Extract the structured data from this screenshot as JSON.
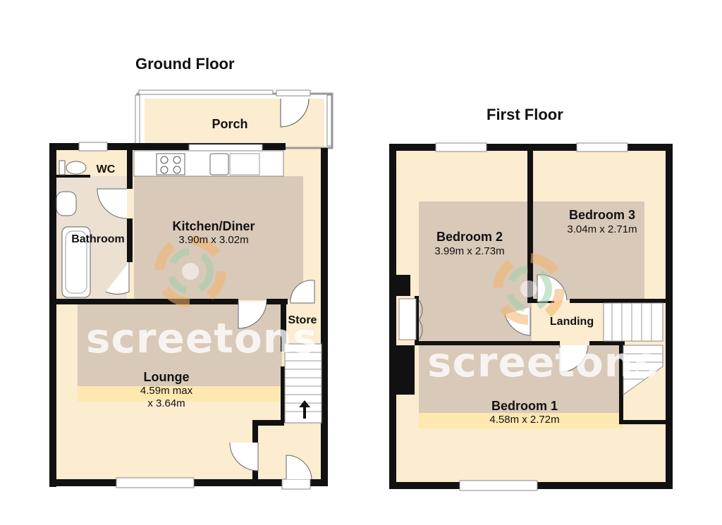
{
  "floors": {
    "ground": {
      "title": "Ground Floor",
      "rooms": {
        "porch": {
          "name": "Porch"
        },
        "wc": {
          "name": "WC"
        },
        "bathroom": {
          "name": "Bathroom"
        },
        "kitchen": {
          "name": "Kitchen/Diner",
          "dims": "3.90m x 3.02m"
        },
        "store": {
          "name": "Store"
        },
        "lounge": {
          "name": "Lounge",
          "dims_line1": "4.59m max",
          "dims_line2": "x 3.64m"
        }
      }
    },
    "first": {
      "title": "First Floor",
      "rooms": {
        "bedroom2": {
          "name": "Bedroom 2",
          "dims": "3.99m x 2.73m"
        },
        "bedroom3": {
          "name": "Bedroom 3",
          "dims": "3.04m x 2.71m"
        },
        "landing": {
          "name": "Landing"
        },
        "bedroom1": {
          "name": "Bedroom 1",
          "dims": "4.58m x 2.72m"
        }
      }
    }
  },
  "watermark": {
    "text": "screetons"
  },
  "colors": {
    "wall": "#111111",
    "floor_fill": "#fcecd0",
    "room_overlay": "#d9c9b9",
    "highlight": "#fde8b0"
  }
}
